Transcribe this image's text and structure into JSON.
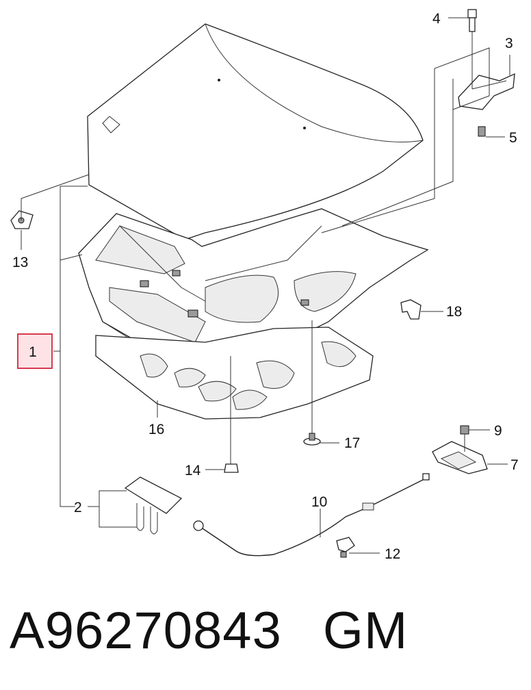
{
  "callouts": {
    "c1": "1",
    "c2": "2",
    "c3": "3",
    "c4": "4",
    "c5": "5",
    "c7": "7",
    "c9": "9",
    "c10": "10",
    "c12": "12",
    "c13": "13",
    "c14": "14",
    "c16": "16",
    "c17": "17",
    "c18": "18"
  },
  "footer": {
    "part_number": "A96270843",
    "brand": "GM"
  },
  "colors": {
    "highlight_fill": "#fde3e6",
    "highlight_border": "#d9394d",
    "line": "#222222"
  }
}
